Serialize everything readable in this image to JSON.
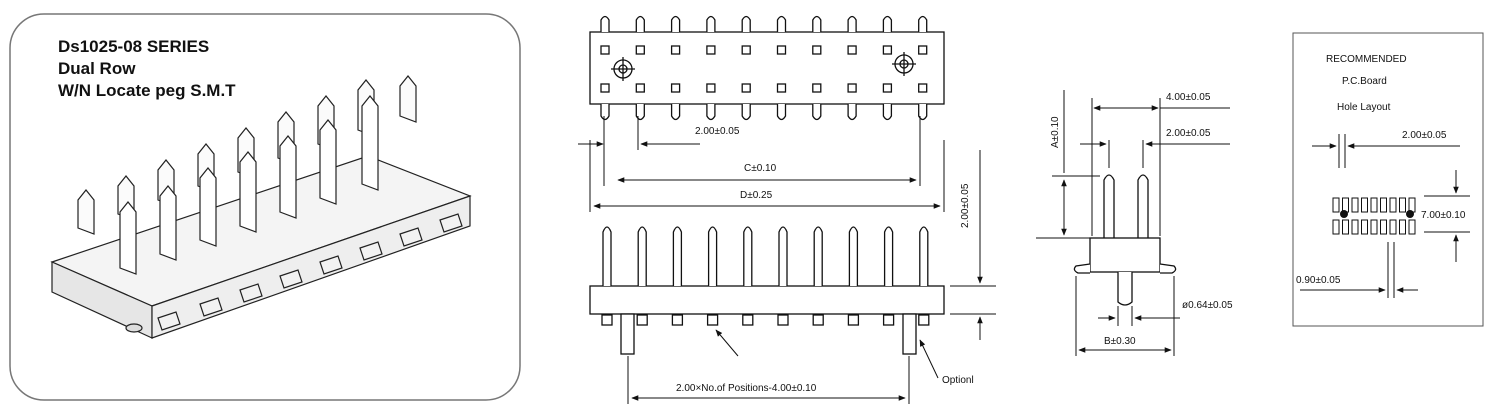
{
  "series_title": {
    "line1": "Ds1025-08  SERIES",
    "line2": "Dual Row",
    "line3": "W/N Locate peg S.M.T"
  },
  "front_view": {
    "pitch_label": "2.00±0.05",
    "c_label": "C±0.10",
    "d_label": "D±0.25",
    "row_pitch_label": "2.00±0.05",
    "length_label": "2.00×No.of Positions-4.00±0.10",
    "option_label": "Optionl"
  },
  "side_view": {
    "a_label": "A±0.10",
    "width_label": "4.00±0.05",
    "pitch_label": "2.00±0.05",
    "peg_label": "ø0.64±0.05",
    "b_label": "B±0.30"
  },
  "hole_layout": {
    "title1": "RECOMMENDED",
    "title2": "P.C.Board",
    "title3": "Hole Layout",
    "pitch_label": "2.00±0.05",
    "spacing_label": "7.00±0.10",
    "pad_label": "0.90±0.05"
  }
}
